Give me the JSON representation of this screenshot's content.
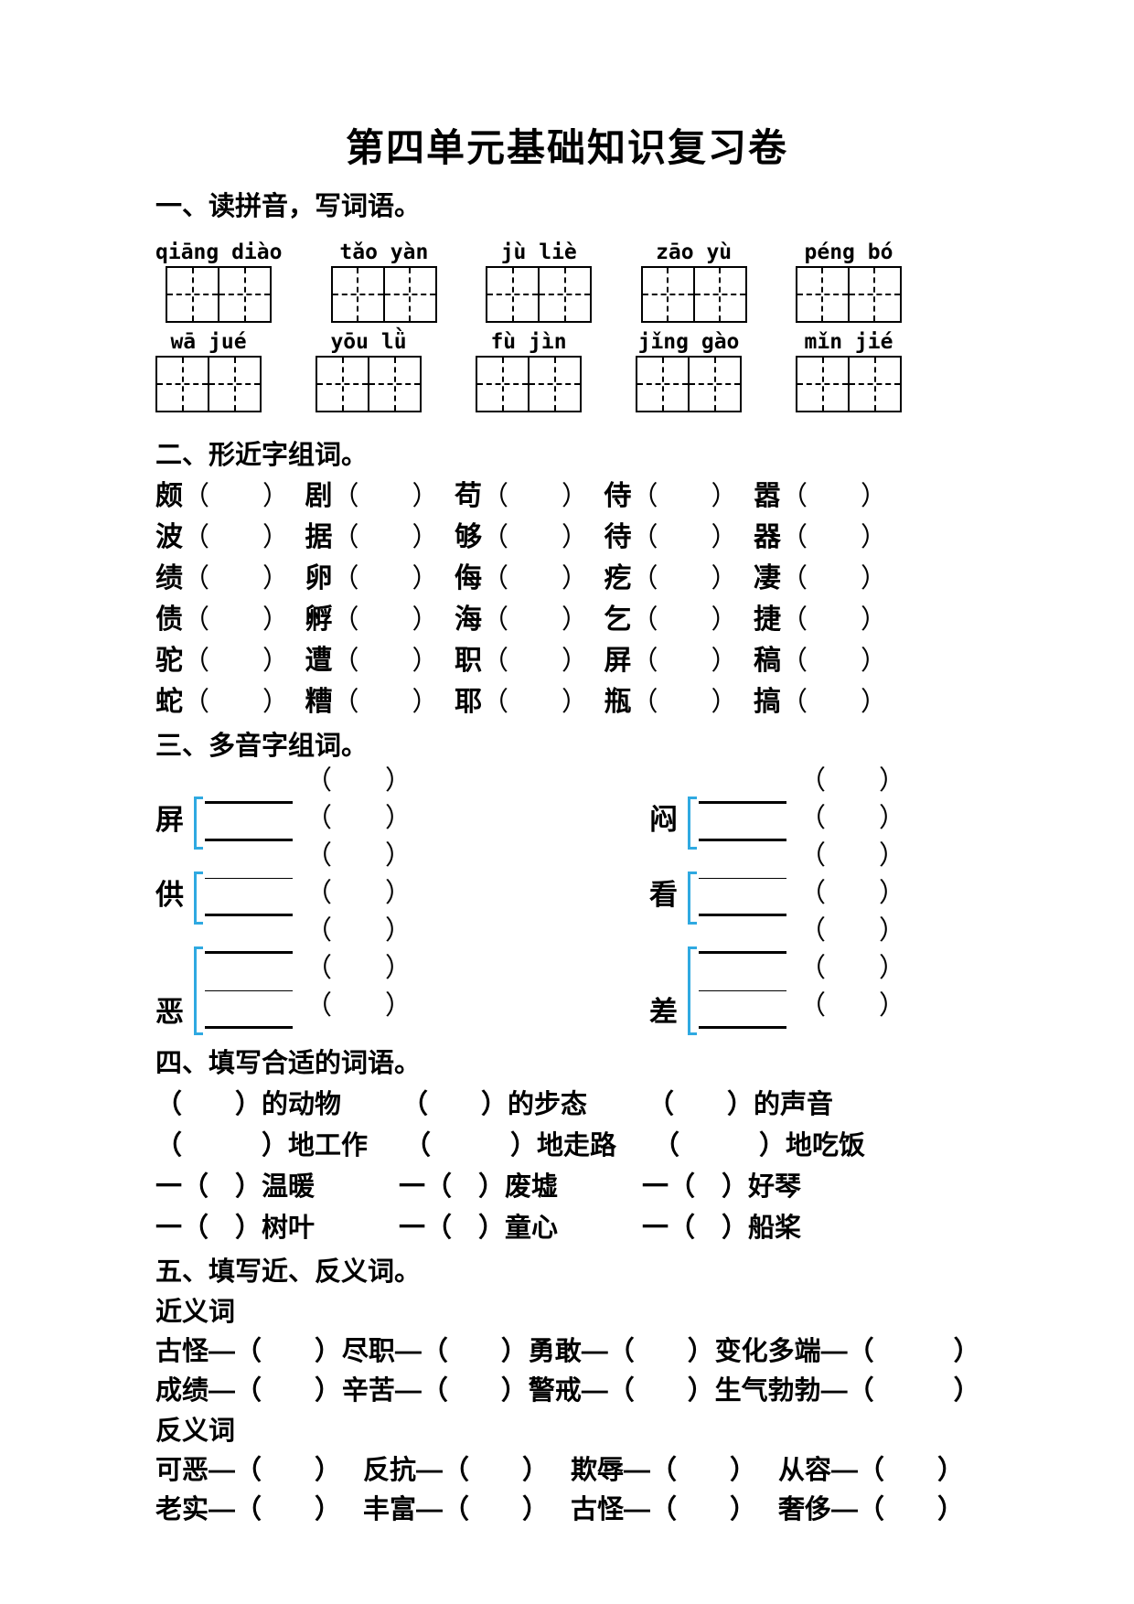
{
  "page": {
    "title": "第四单元基础知识复习卷"
  },
  "colors": {
    "ink": "#000000",
    "bracket": "#2FA9E1"
  },
  "section1": {
    "heading": "一、读拼音，写词语。",
    "rows": [
      {
        "items": [
          "qiāng diào",
          "tǎo yàn",
          "jù liè",
          "zāo yù",
          "péng bó"
        ]
      },
      {
        "items": [
          "wā jué",
          "yōu lǜ",
          "fù jìn",
          "jǐng gào",
          "mǐn jié"
        ]
      }
    ]
  },
  "section2": {
    "heading": "二、形近字组词。",
    "paren": "（　　）",
    "rows": [
      [
        "颇",
        "剧",
        "苟",
        "侍",
        "嚣"
      ],
      [
        "波",
        "据",
        "够",
        "待",
        "器"
      ],
      [
        "绩",
        "卵",
        "侮",
        "疙",
        "凄"
      ],
      [
        "债",
        "孵",
        "海",
        "乞",
        "捷"
      ],
      [
        "驼",
        "遭",
        "职",
        "屏",
        "稿"
      ],
      [
        "蛇",
        "糟",
        "耶",
        "瓶",
        "搞"
      ]
    ]
  },
  "section3": {
    "heading": "三、多音字组词。",
    "paren": "（　　）",
    "columns": [
      {
        "groups": [
          {
            "char": "屏",
            "lines": 2,
            "rule_weights": [
              3,
              3
            ]
          },
          {
            "char": "供",
            "lines": 2,
            "rule_weights": [
              1.5,
              3
            ]
          },
          {
            "char": "恶",
            "lines": 3,
            "rule_weights": [
              3,
              1.5,
              3
            ]
          }
        ]
      },
      {
        "groups": [
          {
            "char": "闷",
            "lines": 2,
            "rule_weights": [
              3,
              3
            ]
          },
          {
            "char": "看",
            "lines": 2,
            "rule_weights": [
              1.5,
              3
            ]
          },
          {
            "char": "差",
            "lines": 3,
            "rule_weights": [
              3,
              1.5,
              3
            ]
          }
        ]
      }
    ]
  },
  "section4": {
    "heading": "四、填写合适的词语。",
    "lines": [
      [
        "（　　）的动物",
        "（　　）的步态",
        "（　　）的声音"
      ],
      [
        "（　　　）地工作",
        "（　　　）地走路",
        "（　　　）地吃饭"
      ],
      [
        "一（　）温暖",
        "一（　）废墟",
        "一（　）好琴"
      ],
      [
        "一（　）树叶",
        "一（　）童心",
        "一（　）船桨"
      ]
    ]
  },
  "section5": {
    "heading": "五、填写近、反义词。",
    "subsections": [
      {
        "label": "近义词",
        "lines": [
          [
            "古怪—（　　）",
            "尽职—（　　）",
            "勇敢—（　　）",
            "变化多端—（　　　）"
          ],
          [
            "成绩—（　　）",
            "辛苦—（　　）",
            "警戒—（　　）",
            "生气勃勃—（　　　）"
          ]
        ]
      },
      {
        "label": "反义词",
        "lines": [
          [
            "可恶—（　　）",
            "反抗—（　　）",
            "欺辱—（　　）",
            "从容—（　　）"
          ],
          [
            "老实—（　　）",
            "丰富—（　　）",
            "古怪—（　　）",
            "奢侈—（　　）"
          ]
        ]
      }
    ]
  }
}
